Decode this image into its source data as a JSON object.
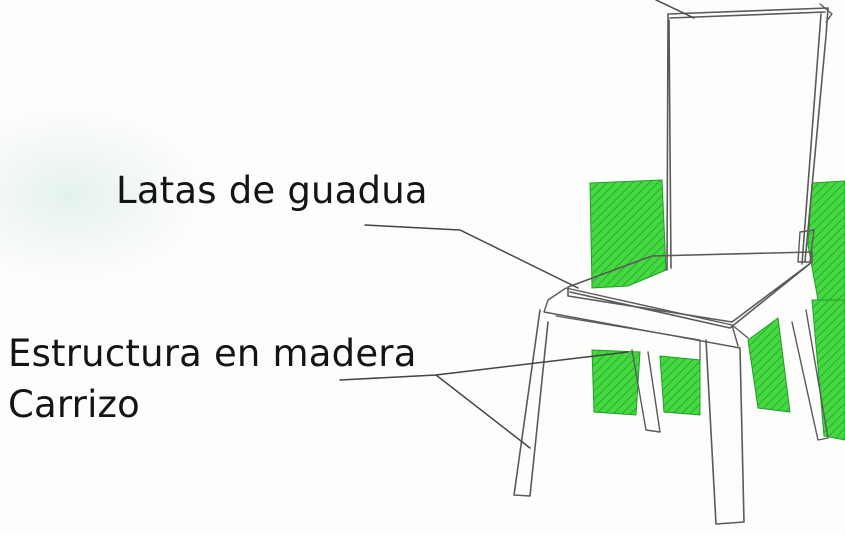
{
  "labels": {
    "latas": "Latas de guadua",
    "estructura": "Estructura en madera",
    "carrizo": "Carrizo"
  },
  "colors": {
    "accent_green": "#3ed43a",
    "accent_green_dark": "#1f9e2a",
    "pencil": "#5a5a5a",
    "ink": "#141414"
  }
}
